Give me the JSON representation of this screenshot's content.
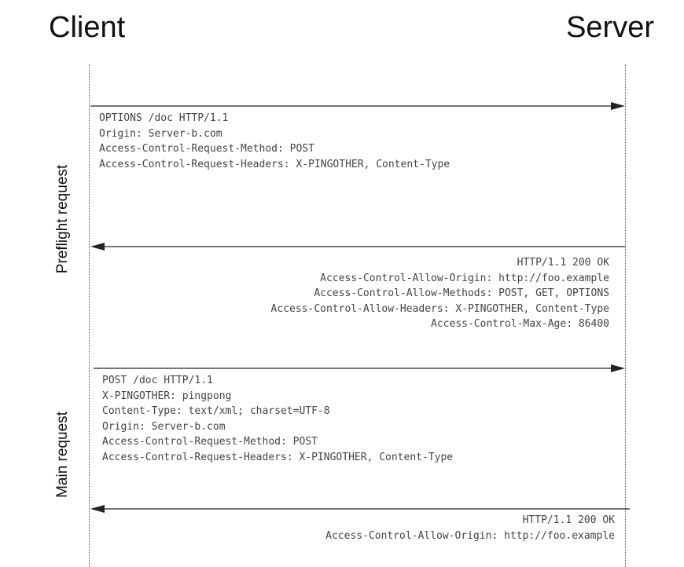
{
  "parties": {
    "client": "Client",
    "server": "Server"
  },
  "phases": {
    "preflight": "Preflight request",
    "main": "Main request"
  },
  "messages": [
    {
      "direction": "client-to-server",
      "lines": [
        "OPTIONS /doc HTTP/1.1",
        "Origin: Server-b.com",
        "Access-Control-Request-Method: POST",
        "Access-Control-Request-Headers: X-PINGOTHER, Content-Type"
      ]
    },
    {
      "direction": "server-to-client",
      "lines": [
        "HTTP/1.1 200 OK",
        "Access-Control-Allow-Origin: http://foo.example",
        "Access-Control-Allow-Methods: POST, GET, OPTIONS",
        "Access-Control-Allow-Headers: X-PINGOTHER, Content-Type",
        "Access-Control-Max-Age: 86400"
      ]
    },
    {
      "direction": "client-to-server",
      "lines": [
        "POST /doc HTTP/1.1",
        "X-PINGOTHER: pingpong",
        "Content-Type: text/xml; charset=UTF-8",
        "Origin: Server-b.com",
        "Access-Control-Request-Method: POST",
        "Access-Control-Request-Headers: X-PINGOTHER, Content-Type"
      ]
    },
    {
      "direction": "server-to-client",
      "lines": [
        "HTTP/1.1 200 OK",
        "Access-Control-Allow-Origin: http://foo.example"
      ]
    }
  ]
}
